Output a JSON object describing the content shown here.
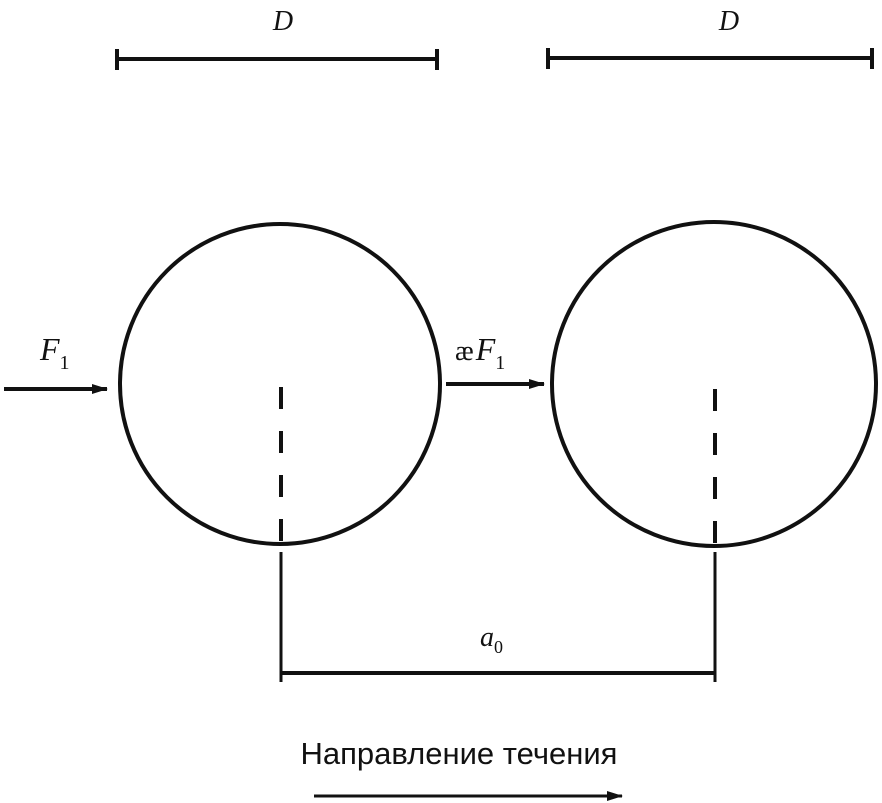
{
  "diagram": {
    "ink_color": "#111111",
    "dim_left": {
      "label": "D"
    },
    "dim_right": {
      "label": "D"
    },
    "force_in": {
      "symbol": "F",
      "subscript": "1"
    },
    "force_between": {
      "prefix": "æ",
      "symbol": "F",
      "subscript": "1"
    },
    "spacing": {
      "symbol": "a",
      "subscript": "0"
    },
    "flow": {
      "caption": "Направление течения"
    }
  }
}
